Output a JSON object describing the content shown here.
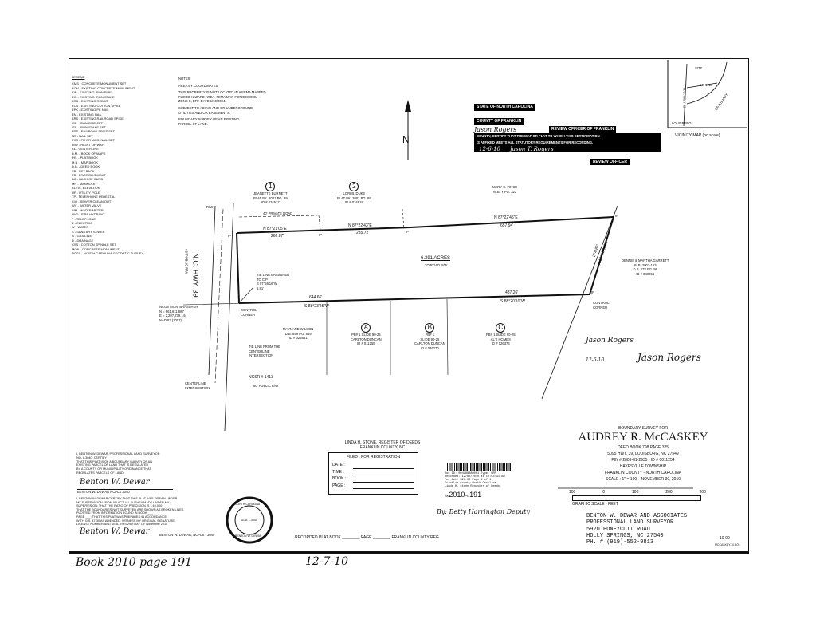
{
  "legend": {
    "title": "LEGEND",
    "items": [
      "CMS - CONCRETE MONUMENT SET",
      "ECM - EXISTING CONCRETE MONUMENT",
      "EIP - EXISTING IRON PIPE",
      "EIS - EXISTING IRON STAKE",
      "ERB - EXISTING REBAR",
      "ECS - EXISTING COTTON SPIKE",
      "EPK - EXISTING PK NAIL",
      "EN - EXISTING NAIL",
      "ERS - EXISTING RAILROAD SPIKE",
      "IPS - IRON PIPE SET",
      "ISS - IRON STAKE SET",
      "RSS - RAILROAD SPIKE SET",
      "NS - NAIL SET",
      "PKS - PK OR MAG. NAIL SET",
      "R/W - RIGHT OF WAY",
      "CL - CENTERLINE",
      "B.M. - BOOK OF MAPS",
      "P.B. - PLAT BOOK",
      "M.B. - MAP BOOK",
      "D.B. - DEED BOOK",
      "SB - SET BACK",
      "EP - EDGE PAVEMENT",
      "BC - BACK OF CURB",
      "MH - MANHOLE",
      "ELEV - ELEVATION",
      "UP - UTILITY POLE",
      "TP - TELEPHONE PEDESTAL",
      "C/O - SEWER CLEAN OUT",
      "WV - WATER VALVE",
      "WM - WATER METER",
      "HYD - FIRE HYDRANT",
      "T - TELEPHONE",
      "E - ELECTRIC",
      "W - WATER",
      "S - SANITARY SEWER",
      "G - GAS LINE",
      "D - DRAINAGE",
      "CSS - COTTON SPINDLE SET",
      "MON - CONCRETE MONUMENT",
      "NCGS - NORTH CAROLINA GEODETIC SURVEY"
    ]
  },
  "notes": {
    "title": "NOTES:",
    "lines": [
      "AREA BY COORDINATES",
      "THIS PROPERTY IS NOT LOCATED IN A FEMA MAPPED",
      "FLOOD HAZARD AREA. FEMA MAP # 3720289000J",
      "ZONE X, EFF. DATE 1/19/2004.",
      "SUBJECT TO ABOVE AND OR UNDERGROUND",
      "UTILITIES AND OR EASEMENTS.",
      "BOUNDARY SURVEY OF AN EXISTING",
      "PARCEL OF LAND."
    ]
  },
  "review": {
    "state": "STATE OF NORTH CAROLINA",
    "county": "COUNTY OF FRANKLIN",
    "name": "Jason Rogers",
    "line1": "REVIEW OFFICER OF FRANKLIN",
    "line2": "COUNTY, CERTIFY THAT THE MAP OR PLAT TO WHICH THIS CERTIFICATION",
    "line3": "IS AFFIXED MEETS ALL STATUTORY REQUIREMENTS FOR RECORDING.",
    "sig": "Jason T. Rogers",
    "date": "12-6-10",
    "officer": "REVIEW OFFICER"
  },
  "vicinity": {
    "caption": "VICINITY MAP (no scale)",
    "site": "SITE",
    "sr": "SR 1413",
    "hwy": "N.C. HWY 39",
    "rd": "US 401 HWY",
    "town": "LOUISBURG"
  },
  "north": "N",
  "owners": {
    "one": {
      "num": "1",
      "l1": "JEANETTE BURNETT",
      "l2": "PLAT BK. 2001 PG. 99",
      "l3": "ID # 034517"
    },
    "two": {
      "num": "2",
      "l1": "LORI B. DUKE",
      "l2": "PLAT BK. 2001 PG. 99",
      "l3": "ID # 034518"
    },
    "finch": {
      "l1": "MARY C. FINCH",
      "l2": "W.B. Y PG. 322"
    },
    "garrett": {
      "l1": "DENNIS & MARTHA GARRETT",
      "l2": "W.B. 2002-153",
      "l3": "D.B. 278 PG. 98",
      "l4": "ID # 040256"
    },
    "wilson": {
      "l1": "MAYNARD WILSON",
      "l2": "D.B. 899 PG. 869",
      "l3": "ID # 023831"
    },
    "a": {
      "num": "A",
      "l1": "PB# 1 SLIDE 90-25",
      "l2": "CARLTON DUNCAN",
      "l3": "ID # 011255"
    },
    "b": {
      "num": "B",
      "l1": "PB# 1",
      "l2": "SLIDE 90-25",
      "l3": "CARLTON DUNCAN",
      "l4": "ID # 026270"
    },
    "c": {
      "num": "C",
      "l1": "PB# 1 SLIDE 90-25",
      "l2": "AL'S HOMES",
      "l3": "ID # 026374"
    }
  },
  "plat": {
    "b1": "N 87°21'05\"E",
    "d1": "266.87'",
    "b2": "N 87°22'43\"E",
    "d2": "285.72'",
    "b3": "N 87°22'45\"E",
    "d3": "657.94'",
    "b4": "S 88°23'25\"W",
    "d4": "644.66'",
    "b5": "S 88°20'10\"W",
    "d5": "437.26'",
    "b6": "N 19°52'03\"W",
    "d6": "274.86'",
    "acres": "6.391 ACRES",
    "acres_sub": "TO ROAD R/W",
    "road": "40' PRIVATE ROAD",
    "tie": "TIE LINE BRASSHER TO CIP",
    "tie_b": "S 07°56'16\"W",
    "tie_d": "6.91'",
    "tie2": "TIE LINE FROM THE CENTERLINE INTERSECTION",
    "hwy": "N.C. HWY. 39",
    "hwy_rw": "60' PUBLIC R/W",
    "sr": "NCSR # 1413",
    "sr_rw": "60' PUBLIC R/W",
    "cl": "CENTERLINE INTERSECTION",
    "control": "CONTROL CORNER",
    "ncgs": "NCGS MON. BRASSHER",
    "ncgs_n": "N = 861,611.887",
    "ncgs_e": "E = 2,207,739.144",
    "ncgs_d": "NAD 83 (2007)",
    "ip": "IP",
    "rw": "R/W"
  },
  "surveyor": {
    "cert1": [
      "I, BENTON W. DEWAR, PROFESSIONAL LAND SURVEYOR",
      "NO. L-3040, CERTIFY",
      "THAT THIS PLAT IS OF A BOUNDARY SURVEY OF AN",
      "EXISTING PARCEL OF LAND THAT IS REGULATED",
      "BY A COUNTY OR MUNICIPALITY ORDINANCE THAT",
      "REGULATES PARCELS OF LAND."
    ],
    "sig1": "Benton W. Dewar",
    "name1": "BENTON W. DEWAR NCPLS 3040",
    "cert2": [
      "I, BENTON W. DEWAR CERTIFY THAT THIS PLAT WAS DRAWN UNDER",
      "MY SUPERVISION FROM AN ACTUAL SURVEY MADE UNDER MY",
      "SUPERVISION; THAT THE RATIO OF PRECISION IS 1:10,000+",
      "THAT THE BOUNDARIES NOT SURVEYED ARE SHOWN AS BROKEN LINES",
      "PLOTTED FROM INFORMATION FOUND IN BOOK ___",
      "PAGE ___; THAT THIS PLAT WAS PREPARED IN ACCORDANCE",
      "WITH G.S. 47-30 AS AMENDED. WITNESS MY ORIGINAL SIGNATURE,",
      "LICENSE NUMBER AND SEAL THIS 29th DAY OF November 2010"
    ],
    "sig2": "Benton W. Dewar",
    "name2": "BENTON W. DEWAR, NCPLS - 3040",
    "seal_top": "NORTH CAROLINA",
    "seal_mid": "SEAL L-3040",
    "seal_bot": "BENTON W. DEWAR"
  },
  "register": {
    "l1": "LINDA H. STONE, REGISTER OF DEEDS",
    "l2": "FRANKLIN COUNTY, NC",
    "filed": "FILED : FOR REGISTRATION",
    "date": "DATE :",
    "time": "TIME :",
    "book": "BOOK :",
    "page": "PAGE :",
    "barcode_lines": [
      "Doc ID: 004188880001 Type: CRP",
      "Recorded: 12/07/2010 at 10:53:31 AM",
      "Fee Amt: $21.00 Page 1 of 1",
      "Franklin County North Carolina",
      "Linda H. Stone Register of Deeds"
    ],
    "bk": "BK",
    "book_no": "2010",
    "pg": "PG",
    "page_no": "191",
    "deputy": "By: Betty Harrington Deputy",
    "recorded": "RECORDED PLAT BOOK ________ PAGE ________ FRANKLIN COUNTY REG."
  },
  "title": {
    "l1": "BOUNDARY SURVEY FOR",
    "name": "AUDREY R. McCASKEY",
    "deed": "DEED BOOK 798 PAGE 325",
    "addr": "5095 HWY. 39, LOUISBURG, NC 27549",
    "pin": "PIN # 2809-81-2935 - ID # 0011254",
    "twp": "HAYESVILLE TOWNSHIP",
    "county": "FRANKLIN COUNTY - NORTH CAROLINA",
    "scale": "SCALE : 1\" = 100' - NOVEMBER 30, 2010",
    "ticks": [
      "100",
      "0",
      "100",
      "200",
      "300"
    ],
    "gs": "GRAPHIC SCALE - FEET",
    "firm": [
      "BENTON W. DEWAR AND ASSOCIATES",
      "PROFESSIONAL LAND SURVEYOR",
      "5920 HONEYCUTT ROAD",
      "HOLLY SPRINGS, NC 27540",
      "PH. # (919)-552-9813"
    ],
    "job": "10-90",
    "file": "MCCASKEY.10.BOL"
  },
  "handwritten": {
    "book": "Book 2010 page 191",
    "date": "12-7-10",
    "rev_sig": "Jason Rogers",
    "rev_date": "12-6-10",
    "rev_sig2": "Jason Rogers"
  }
}
